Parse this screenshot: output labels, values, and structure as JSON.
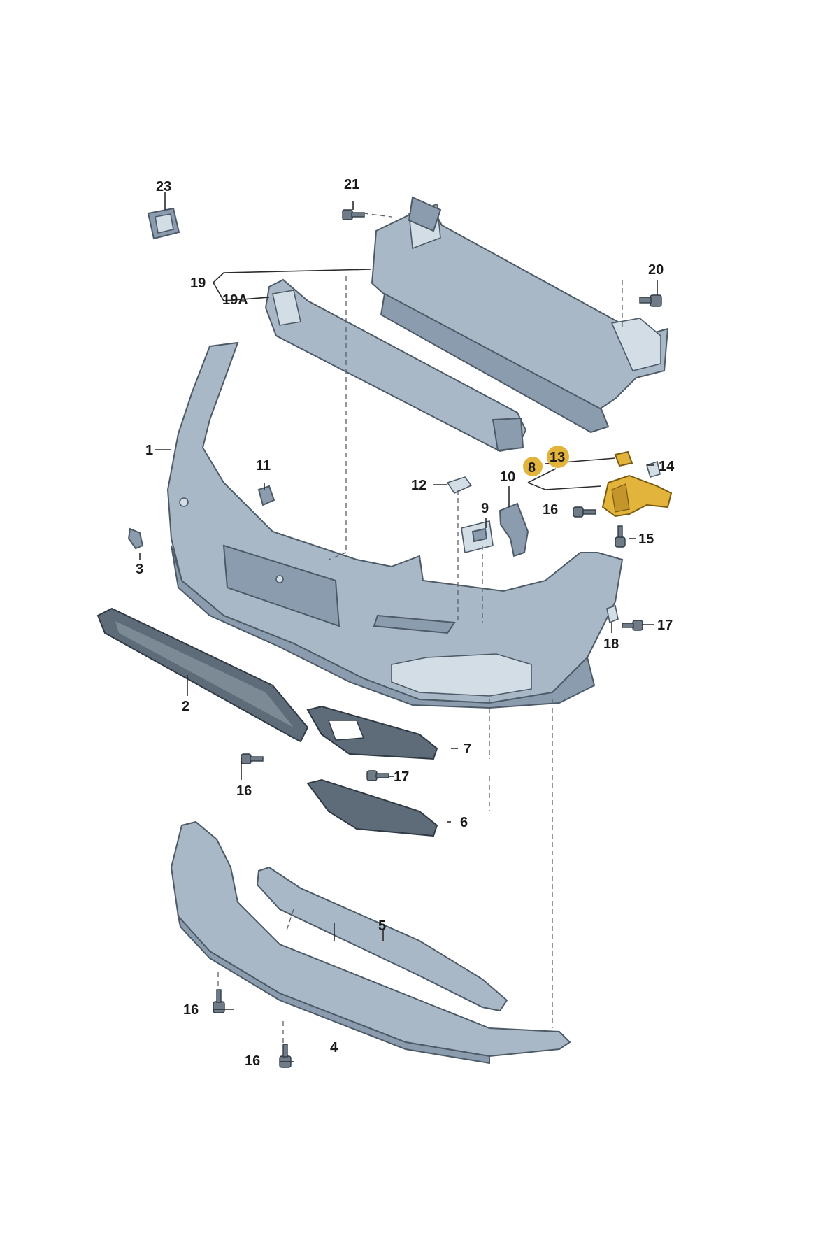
{
  "diagram": {
    "highlight_color": "#e3b43c",
    "part_color": "#a9b8c6",
    "labels": {
      "p1": "1",
      "p2": "2",
      "p3": "3",
      "p4": "4",
      "p5": "5",
      "p6": "6",
      "p7": "7",
      "p8": "8",
      "p9": "9",
      "p10": "10",
      "p11": "11",
      "p12": "12",
      "p13": "13",
      "p14": "14",
      "p15": "15",
      "p16a": "16",
      "p16b": "16",
      "p16c": "16",
      "p16d": "16",
      "p17a": "17",
      "p17b": "17",
      "p18": "18",
      "p19": "19",
      "p19a": "19A",
      "p20": "20",
      "p21": "21",
      "p23": "23"
    }
  }
}
